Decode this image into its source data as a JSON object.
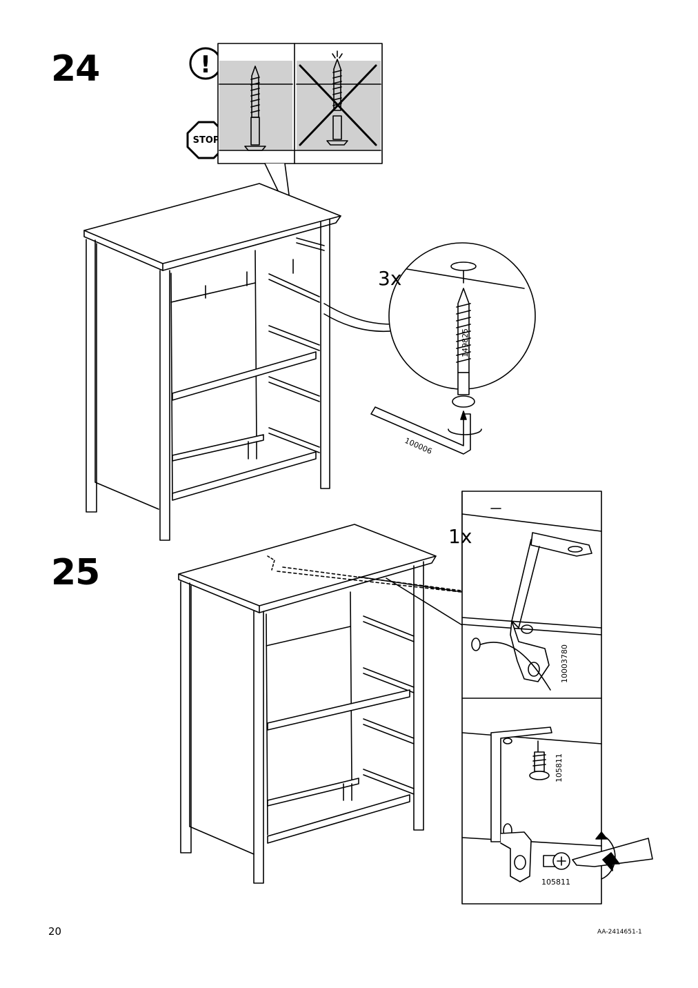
{
  "steps": [
    {
      "number": "24",
      "quantity": "3x",
      "parts": [
        "149825",
        "100006"
      ]
    },
    {
      "number": "25",
      "quantity": "1x",
      "parts": [
        "10003780",
        "105811",
        "105811"
      ]
    }
  ],
  "warning": {
    "stop_label": "STOP",
    "exclamation": "!"
  },
  "footer": {
    "page_number": "20",
    "doc_code": "AA-2414651-1"
  }
}
